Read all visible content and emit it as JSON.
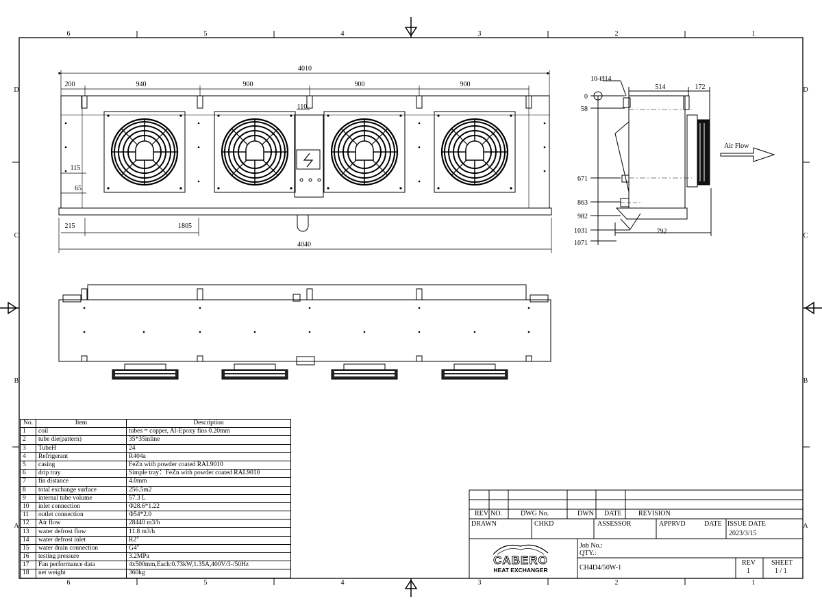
{
  "border": {
    "columns_top": [
      "6",
      "5",
      "4",
      "3",
      "2",
      "1"
    ],
    "columns_bottom": [
      "6",
      "5",
      "4",
      "3",
      "2",
      "1"
    ],
    "rows_left": [
      "D",
      "C",
      "B",
      "A"
    ],
    "rows_right": [
      "D",
      "C",
      "B",
      "A"
    ]
  },
  "front_view": {
    "dims_top": [
      "4010",
      "200",
      "940",
      "900",
      "900",
      "900",
      "110"
    ],
    "dims_left": [
      "115",
      "65"
    ],
    "dims_bottom": [
      "215",
      "1805",
      "4040"
    ]
  },
  "side_view": {
    "hole_label": "10-Ø14",
    "dims_top": [
      "514",
      "172"
    ],
    "dims_left": [
      "0",
      "58",
      "671",
      "863",
      "982",
      "1031",
      "1071"
    ],
    "dim_bottom": "792",
    "air_flow_label": "Air Flow"
  },
  "spec_table": {
    "headers": [
      "No.",
      "Item",
      "Description"
    ],
    "rows": [
      [
        "1",
        "coil",
        "tubes = copper, Al-Epoxy fins 0.20mm"
      ],
      [
        "2",
        "tube die(pattern)",
        "35*35inline"
      ],
      [
        "3",
        "TubeH",
        "24"
      ],
      [
        "4",
        "Refrigerant",
        "R404a"
      ],
      [
        "5",
        "casing",
        "FeZn with powder coated  RAL9010"
      ],
      [
        "6",
        "drip tray",
        "Simple tray：FeZn with powder coated  RAL9010"
      ],
      [
        "7",
        "fin distance",
        "4.0mm"
      ],
      [
        "8",
        "total exchange surface",
        "256.5m2"
      ],
      [
        "9",
        "internal tube volume",
        "57.3 L"
      ],
      [
        "10",
        "inlet connection",
        "Φ28.6*1.22"
      ],
      [
        "11",
        "outlet connection",
        "Φ54*2.0"
      ],
      [
        "12",
        "Air flow",
        "28440 m3/h"
      ],
      [
        "13",
        "water defrost flow",
        "11.8 m3/h"
      ],
      [
        "14",
        "water defrost inlet",
        "R2\""
      ],
      [
        "15",
        "water drain connection",
        "G4\""
      ],
      [
        "16",
        "testing pressure",
        "3.2MPa"
      ],
      [
        "17",
        "Fan performance data",
        "4x500mm,Each:0.73kW,1.35A,400V/3-/50Hz"
      ],
      [
        "18",
        "net weight",
        "360kg"
      ]
    ]
  },
  "title_block": {
    "rev_label": "REV",
    "no_label": "NO.",
    "dwg_no_label": "DWG No.",
    "dwn_label": "DWN",
    "date_label": "DATE",
    "revision_label": "REVISION",
    "drawn_label": "DRAWN",
    "chkd_label": "CHKD",
    "assessor_label": "ASSESSOR",
    "apprvd_label": "APPRVD",
    "date2_label": "DATE",
    "issue_date_label": "ISSUE DATE",
    "issue_date": "2023/3/15",
    "job_no_label": "Job No.:",
    "qty_label": "QTY.:",
    "model": "CH4D4/50W-1",
    "rev2_label": "REV",
    "rev_value": "1",
    "sheet_label": "SHEET",
    "sheet_value": "1 / 1",
    "logo_text": "CABERO",
    "logo_sub": "HEAT EXCHANGER"
  }
}
